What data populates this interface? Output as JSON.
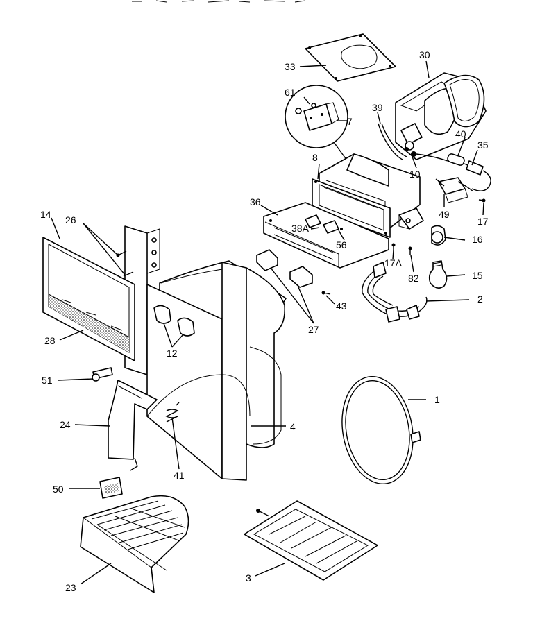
{
  "diagram": {
    "labels": {
      "p1": "1",
      "p2": "2",
      "p3": "3",
      "p4": "4",
      "p7": "7",
      "p8": "8",
      "p10": "10",
      "p12": "12",
      "p14": "14",
      "p15": "15",
      "p16": "16",
      "p17": "17",
      "p17a": "17A",
      "p23": "23",
      "p24": "24",
      "p26": "26",
      "p27": "27",
      "p28": "28",
      "p30": "30",
      "p33": "33",
      "p35": "35",
      "p36": "36",
      "p38a": "38A",
      "p39": "39",
      "p40": "40",
      "p41": "41",
      "p43": "43",
      "p49": "49",
      "p50": "50",
      "p51": "51",
      "p56": "56",
      "p61": "61",
      "p82": "82"
    }
  }
}
